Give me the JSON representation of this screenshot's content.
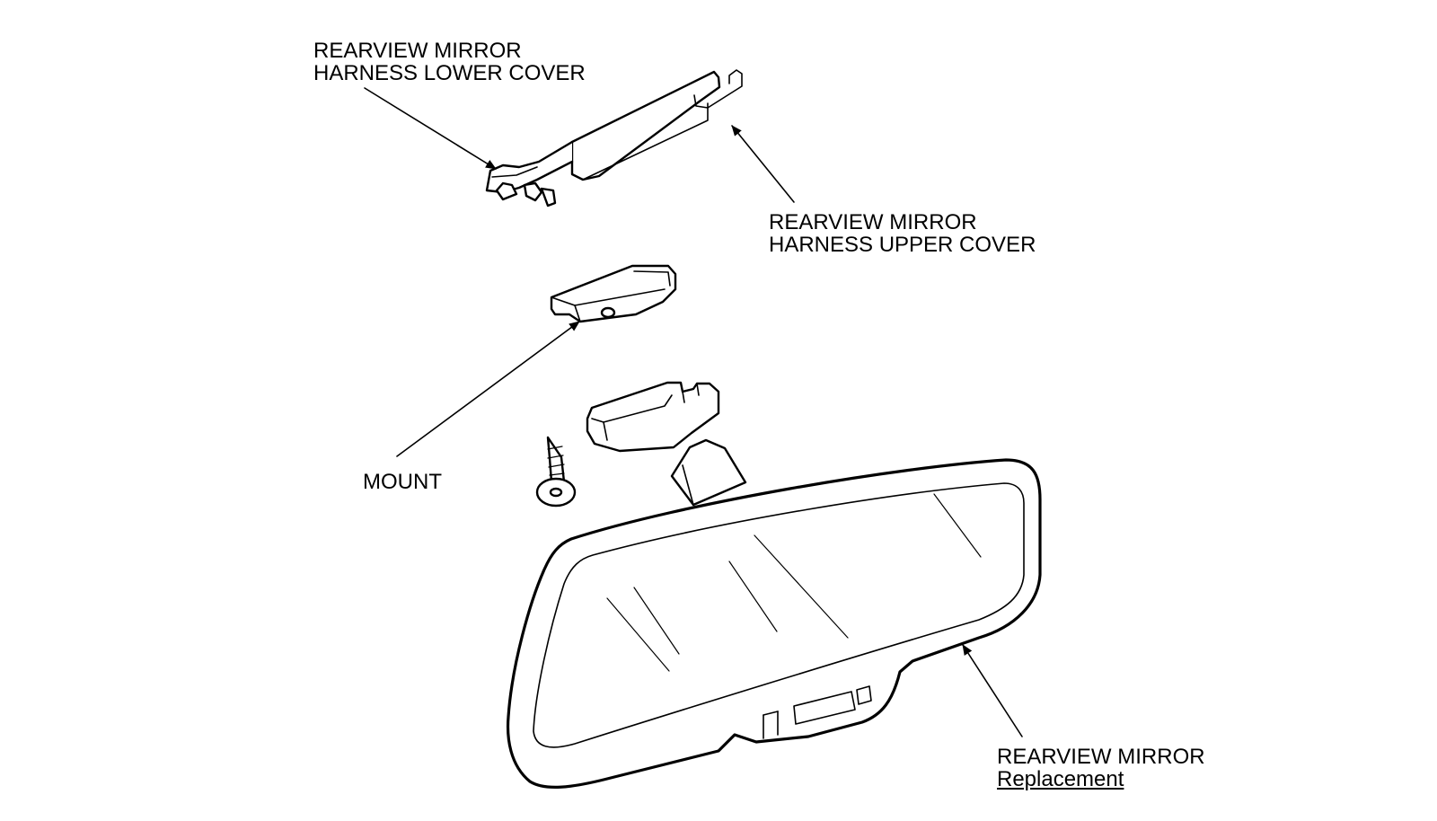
{
  "labels": {
    "lower_cover": {
      "line1": "REARVIEW MIRROR",
      "line2": "HARNESS LOWER COVER"
    },
    "upper_cover": {
      "line1": "REARVIEW MIRROR",
      "line2": "HARNESS UPPER COVER"
    },
    "mount": {
      "text": "MOUNT"
    },
    "mirror": {
      "line1": "REARVIEW MIRROR",
      "link": "Replacement"
    }
  }
}
